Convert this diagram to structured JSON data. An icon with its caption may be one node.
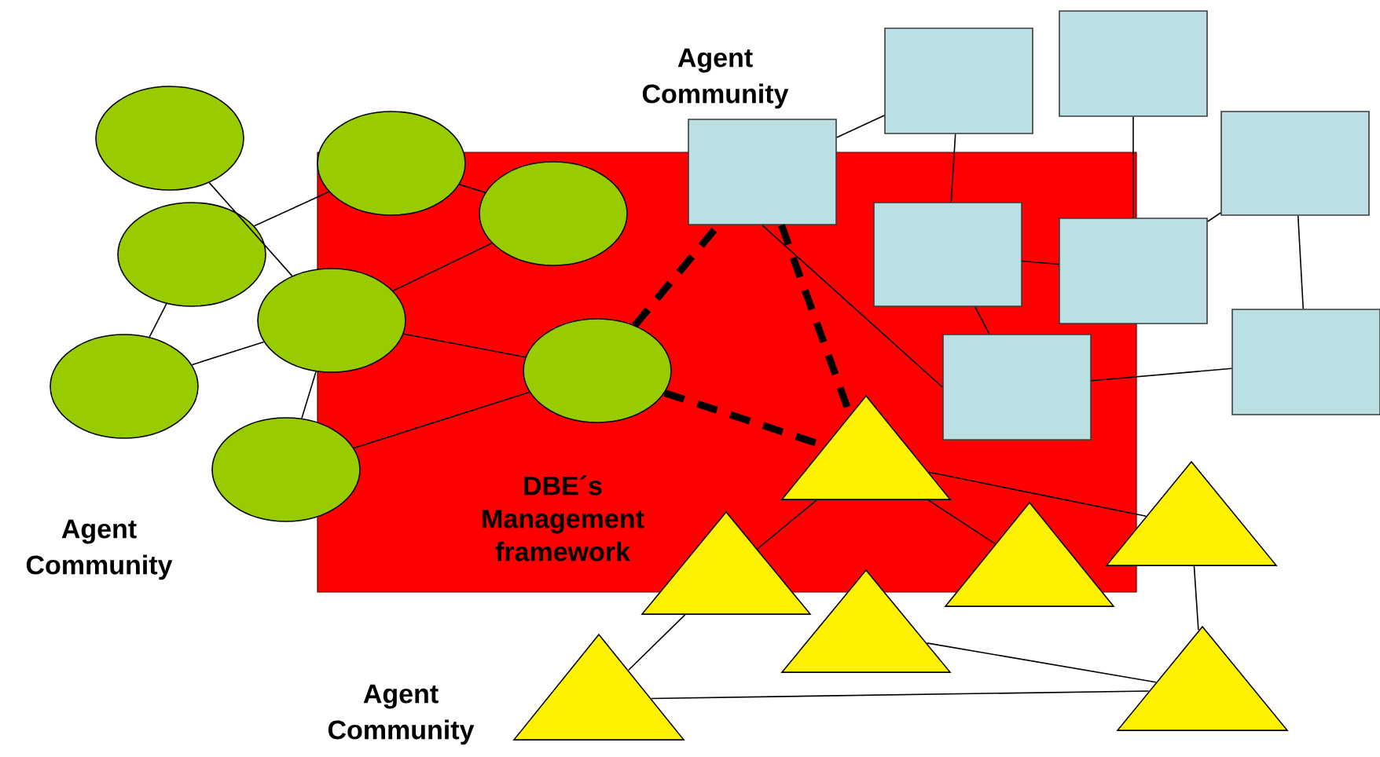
{
  "diagram": {
    "nodes": [
      {
        "text": [
          "DBE´s Management framework"
        ]
      },
      {
        "text": [],
        "shape": "ellipse"
      },
      {
        "text": [],
        "shape": "ellipse"
      },
      {
        "text": [],
        "shape": "ellipse"
      },
      {
        "text": [],
        "shape": "ellipse"
      },
      {
        "text": [],
        "shape": "ellipse",
        "in": 0
      },
      {
        "text": [],
        "shape": "ellipse"
      },
      {
        "text": [],
        "shape": "ellipse",
        "in": 0
      },
      {
        "text": [],
        "shape": "ellipse"
      },
      {
        "text": [],
        "shape": "box"
      },
      {
        "text": [],
        "shape": "box"
      },
      {
        "text": [],
        "shape": "box"
      },
      {
        "text": [],
        "shape": "box"
      },
      {
        "text": [],
        "shape": "box",
        "in": 0
      },
      {
        "text": [],
        "shape": "box"
      },
      {
        "text": [],
        "shape": "box",
        "in": 0
      },
      {
        "text": [],
        "shape": "box"
      },
      {
        "text": [],
        "shape": "triangle",
        "in": 0
      },
      {
        "text": [],
        "shape": "triangle"
      },
      {
        "text": [],
        "shape": "triangle"
      },
      {
        "text": [],
        "shape": "triangle"
      },
      {
        "text": [],
        "shape": "triangle"
      },
      {
        "text": [],
        "shape": "triangle"
      },
      {
        "text": [],
        "shape": "triangle"
      }
    ],
    "edges": [
      {
        "from": 1,
        "to": 6,
        "arrow": "none"
      },
      {
        "from": 2,
        "to": 4,
        "arrow": "none"
      },
      {
        "from": 2,
        "to": 3,
        "arrow": "none"
      },
      {
        "from": 3,
        "to": 6,
        "arrow": "none"
      },
      {
        "from": 6,
        "to": 5,
        "arrow": "none"
      },
      {
        "from": 6,
        "to": 7,
        "arrow": "none"
      },
      {
        "from": 6,
        "to": 8,
        "arrow": "none"
      },
      {
        "from": 8,
        "to": 7,
        "arrow": "none"
      },
      {
        "from": 4,
        "to": 5,
        "arrow": "none"
      },
      {
        "from": 9,
        "to": 10,
        "arrow": "none"
      },
      {
        "from": 10,
        "to": 13,
        "arrow": "none"
      },
      {
        "from": 11,
        "to": 14,
        "arrow": "none"
      },
      {
        "from": 13,
        "to": 14,
        "arrow": "none"
      },
      {
        "from": 13,
        "to": 15,
        "arrow": "none"
      },
      {
        "from": 14,
        "to": 12,
        "arrow": "none"
      },
      {
        "from": 12,
        "to": 16,
        "arrow": "none"
      },
      {
        "from": 15,
        "to": 16,
        "arrow": "none"
      },
      {
        "from": 9,
        "to": 15,
        "arrow": "none"
      },
      {
        "from": 17,
        "to": 18,
        "arrow": "none"
      },
      {
        "from": 17,
        "to": 20,
        "arrow": "none"
      },
      {
        "from": 17,
        "to": 21,
        "arrow": "none"
      },
      {
        "from": 18,
        "to": 22,
        "arrow": "none"
      },
      {
        "from": 22,
        "to": 23,
        "arrow": "none"
      },
      {
        "from": 19,
        "to": 23,
        "arrow": "none"
      },
      {
        "from": 21,
        "to": 23,
        "arrow": "none"
      },
      {
        "from": 7,
        "to": 9,
        "arrow": "none",
        "style": "dashed"
      },
      {
        "from": 9,
        "to": 17,
        "arrow": "none",
        "style": "dashed"
      },
      {
        "from": 7,
        "to": 17,
        "arrow": "none",
        "style": "dashed"
      }
    ],
    "labels": [
      "Agent Community",
      "Agent Community",
      "Agent Community"
    ]
  }
}
